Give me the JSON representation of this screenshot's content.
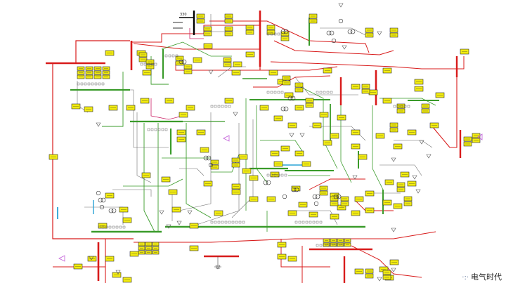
{
  "diagram": {
    "type": "power-system single-line diagram",
    "bus_label": "330",
    "colors": {
      "background": "#ffffff",
      "high_voltage_line": "#d81b1b",
      "medium_voltage_line": "#3a9b2a",
      "low_voltage_line": "#6f6f6f",
      "interlink_line": "#cc2266",
      "data_box_fill": "#f3ec10",
      "data_box_stroke": "#2c2c2c",
      "cyan_bus": "#2aa3d6",
      "purple_marker": "#c05ad8",
      "black_bus": "#000000"
    }
  },
  "watermark": {
    "text": "电气时代",
    "icon": "dots-icon"
  }
}
